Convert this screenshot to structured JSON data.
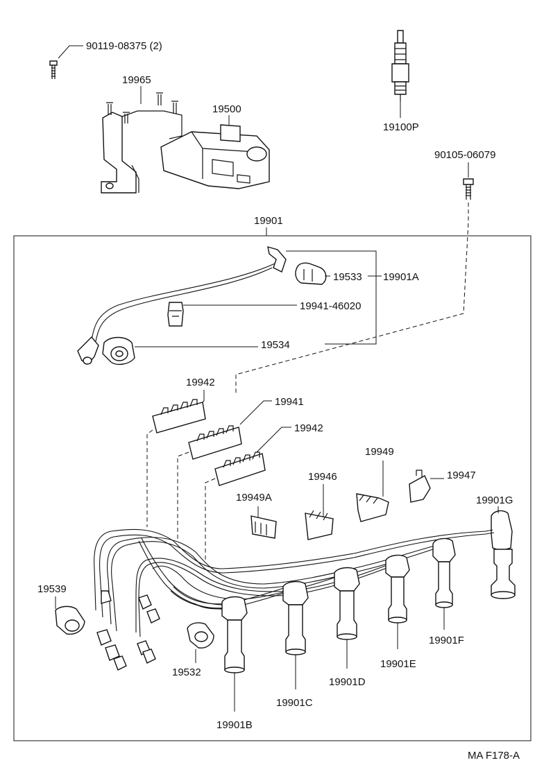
{
  "labels": {
    "bolt_top": "90119-08375 (2)",
    "bracket": "19965",
    "coil": "19500",
    "plug": "19100P",
    "bolt_right": "90105-06079",
    "set": "19901",
    "c19533": "19533",
    "c19901A": "19901A",
    "clamp": "19941-46020",
    "c19534": "19534",
    "c19942a": "19942",
    "c19941": "19941",
    "c19942b": "19942",
    "c19949": "19949",
    "c19946": "19946",
    "c19947": "19947",
    "c19949A": "19949A",
    "c19901G": "19901G",
    "c19539": "19539",
    "c19532": "19532",
    "c19901F": "19901F",
    "c19901E": "19901E",
    "c19901D": "19901D",
    "c19901C": "19901C",
    "c19901B": "19901B",
    "ref": "MA F178-A"
  }
}
